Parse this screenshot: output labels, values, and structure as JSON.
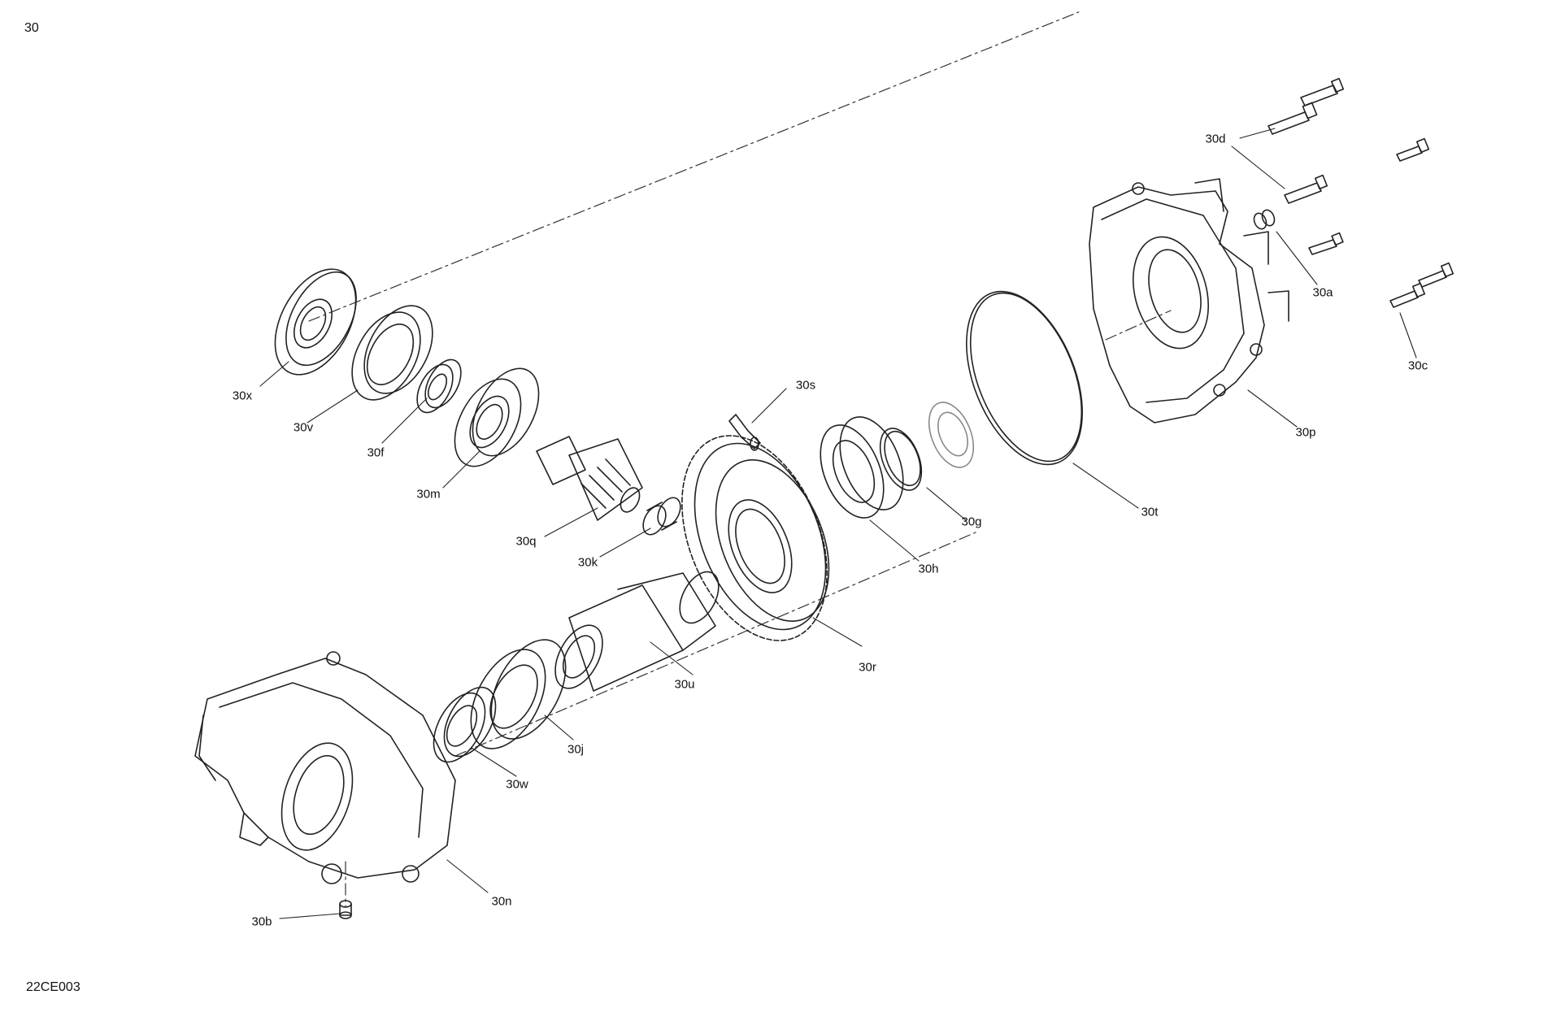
{
  "page": {
    "number": "30",
    "drawing_code": "22CE003"
  },
  "diagram": {
    "labels": [
      {
        "id": "30a",
        "text": "30a"
      },
      {
        "id": "30b",
        "text": "30b"
      },
      {
        "id": "30c",
        "text": "30c"
      },
      {
        "id": "30d",
        "text": "30d"
      },
      {
        "id": "30f",
        "text": "30f"
      },
      {
        "id": "30g",
        "text": "30g"
      },
      {
        "id": "30h",
        "text": "30h"
      },
      {
        "id": "30j",
        "text": "30j"
      },
      {
        "id": "30k",
        "text": "30k"
      },
      {
        "id": "30m",
        "text": "30m"
      },
      {
        "id": "30n",
        "text": "30n"
      },
      {
        "id": "30p",
        "text": "30p"
      },
      {
        "id": "30q",
        "text": "30q"
      },
      {
        "id": "30r",
        "text": "30r"
      },
      {
        "id": "30s",
        "text": "30s"
      },
      {
        "id": "30t",
        "text": "30t"
      },
      {
        "id": "30u",
        "text": "30u"
      },
      {
        "id": "30v",
        "text": "30v"
      },
      {
        "id": "30w",
        "text": "30w"
      },
      {
        "id": "30x",
        "text": "30x"
      }
    ]
  }
}
